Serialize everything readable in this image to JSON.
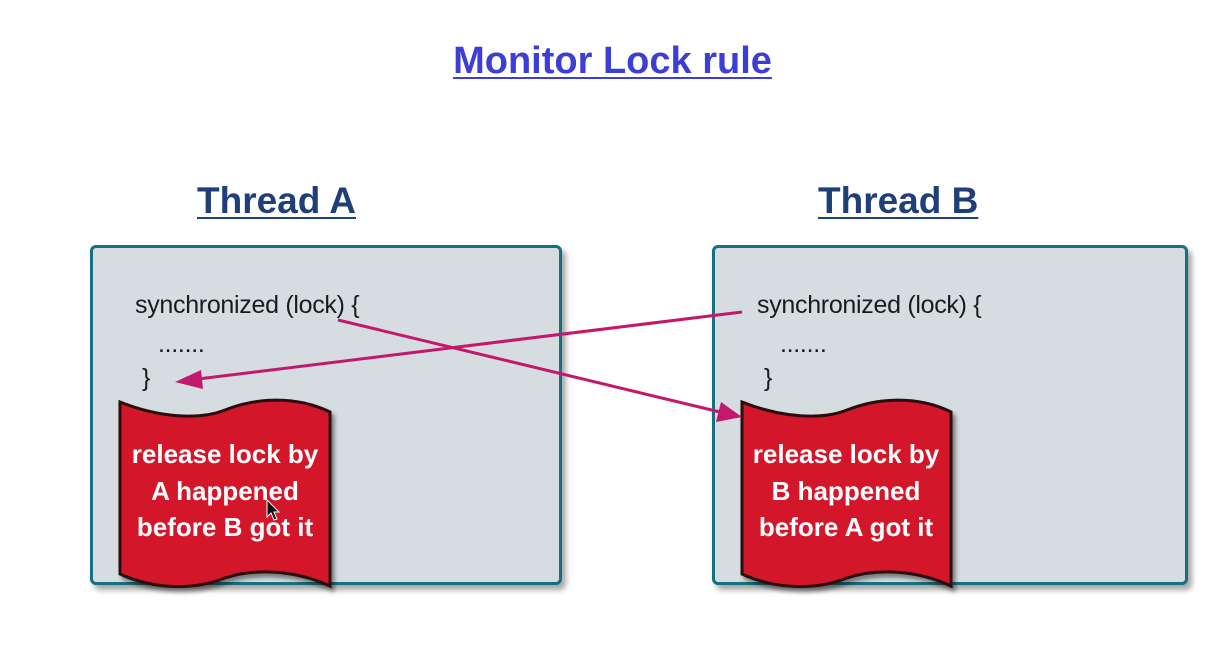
{
  "title": "Monitor Lock rule",
  "thread_a": {
    "label": "Thread A",
    "code": {
      "open": "synchronized (lock) {",
      "body": ".......",
      "close": "}"
    },
    "banner": {
      "line1": "release lock by",
      "line2": "A happened",
      "line3": "before B got it"
    }
  },
  "thread_b": {
    "label": "Thread B",
    "code": {
      "open": "synchronized (lock) {",
      "body": ".......",
      "close": "}"
    },
    "banner": {
      "line1": "release lock by",
      "line2": "B happened",
      "line3": "before A got it"
    }
  },
  "colors": {
    "title": "#3d3ed6",
    "thread_label": "#1f3f7a",
    "box_fill": "#d6dde0",
    "box_border": "#17707f",
    "banner_fill": "#d4122b",
    "arrow": "#c4186d"
  },
  "icons": [
    "wavy-banner-shape",
    "arrow-head",
    "mouse-cursor-icon"
  ]
}
